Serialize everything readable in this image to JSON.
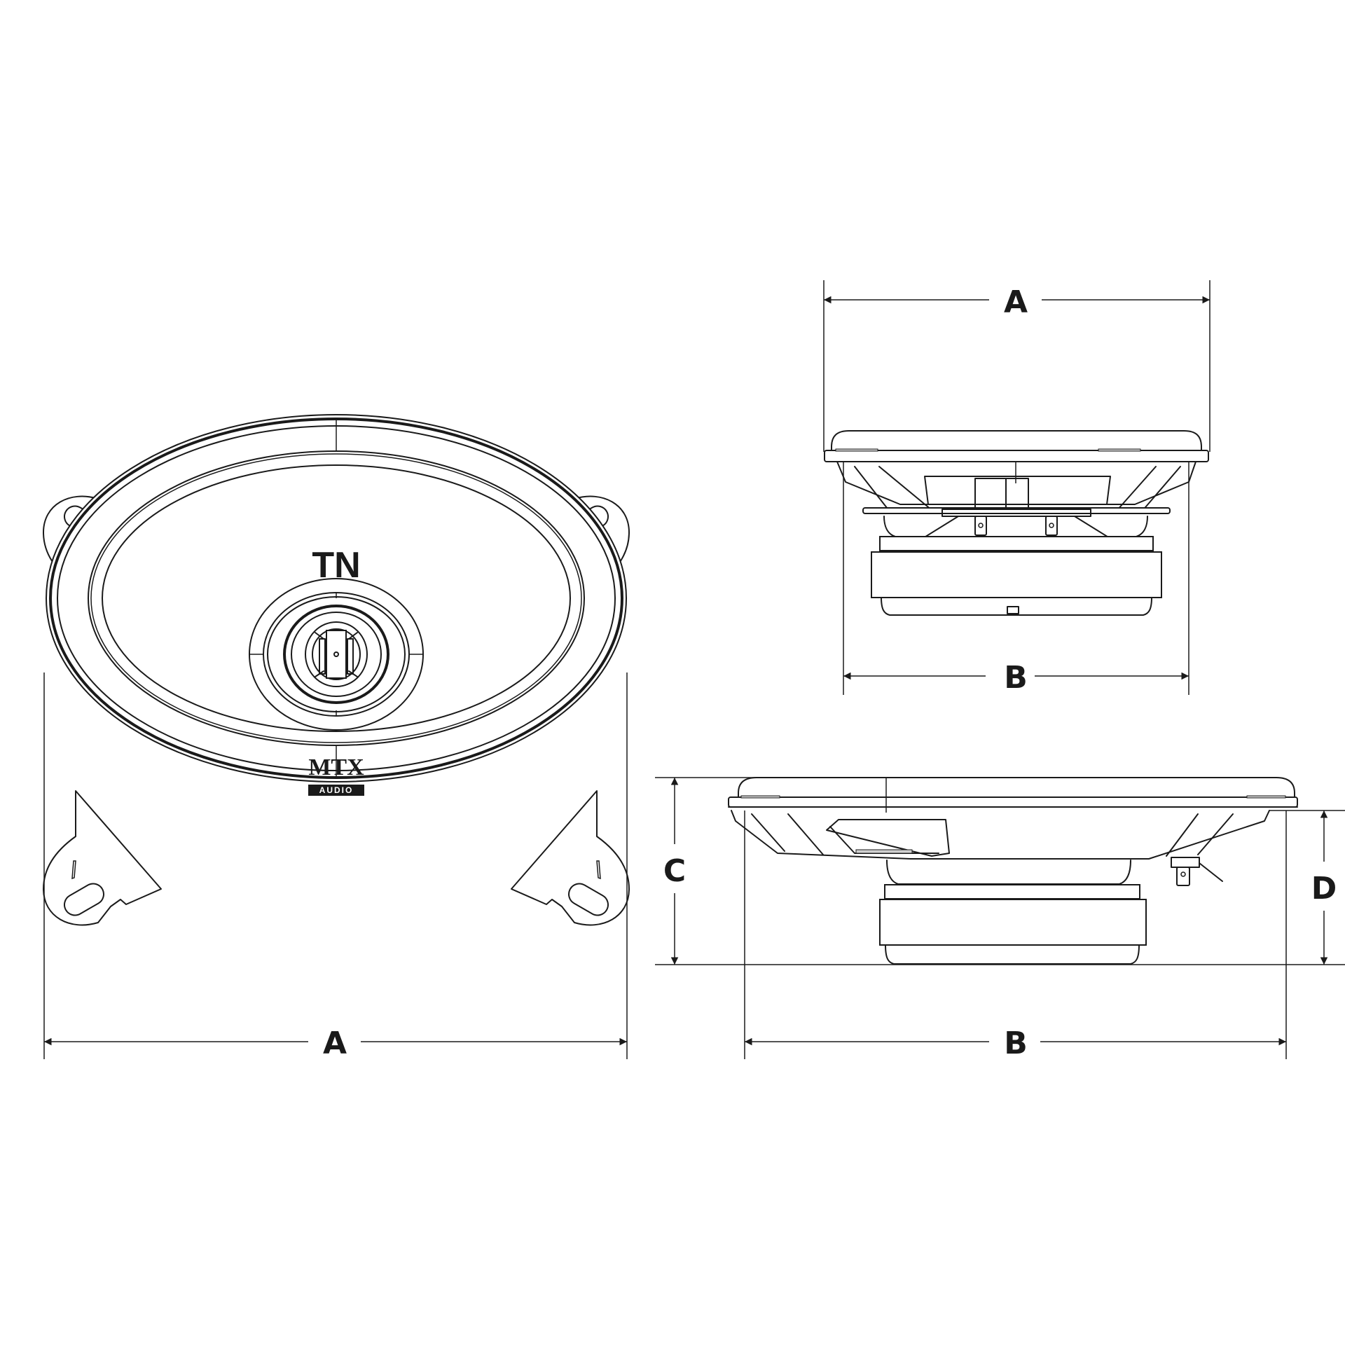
{
  "product": {
    "brand_logo": "MTX",
    "brand_sub": "AUDIO",
    "series_logo": "TN",
    "colors": {
      "line": "#1a1a1a",
      "background": "#ffffff"
    }
  },
  "views": {
    "front": {
      "dimension_labels": {
        "width": "A"
      }
    },
    "top": {
      "dimension_labels": {
        "overall": "A",
        "basket": "B"
      }
    },
    "side": {
      "dimension_labels": {
        "overall_height": "C",
        "mount_depth": "D",
        "basket": "B"
      }
    }
  }
}
